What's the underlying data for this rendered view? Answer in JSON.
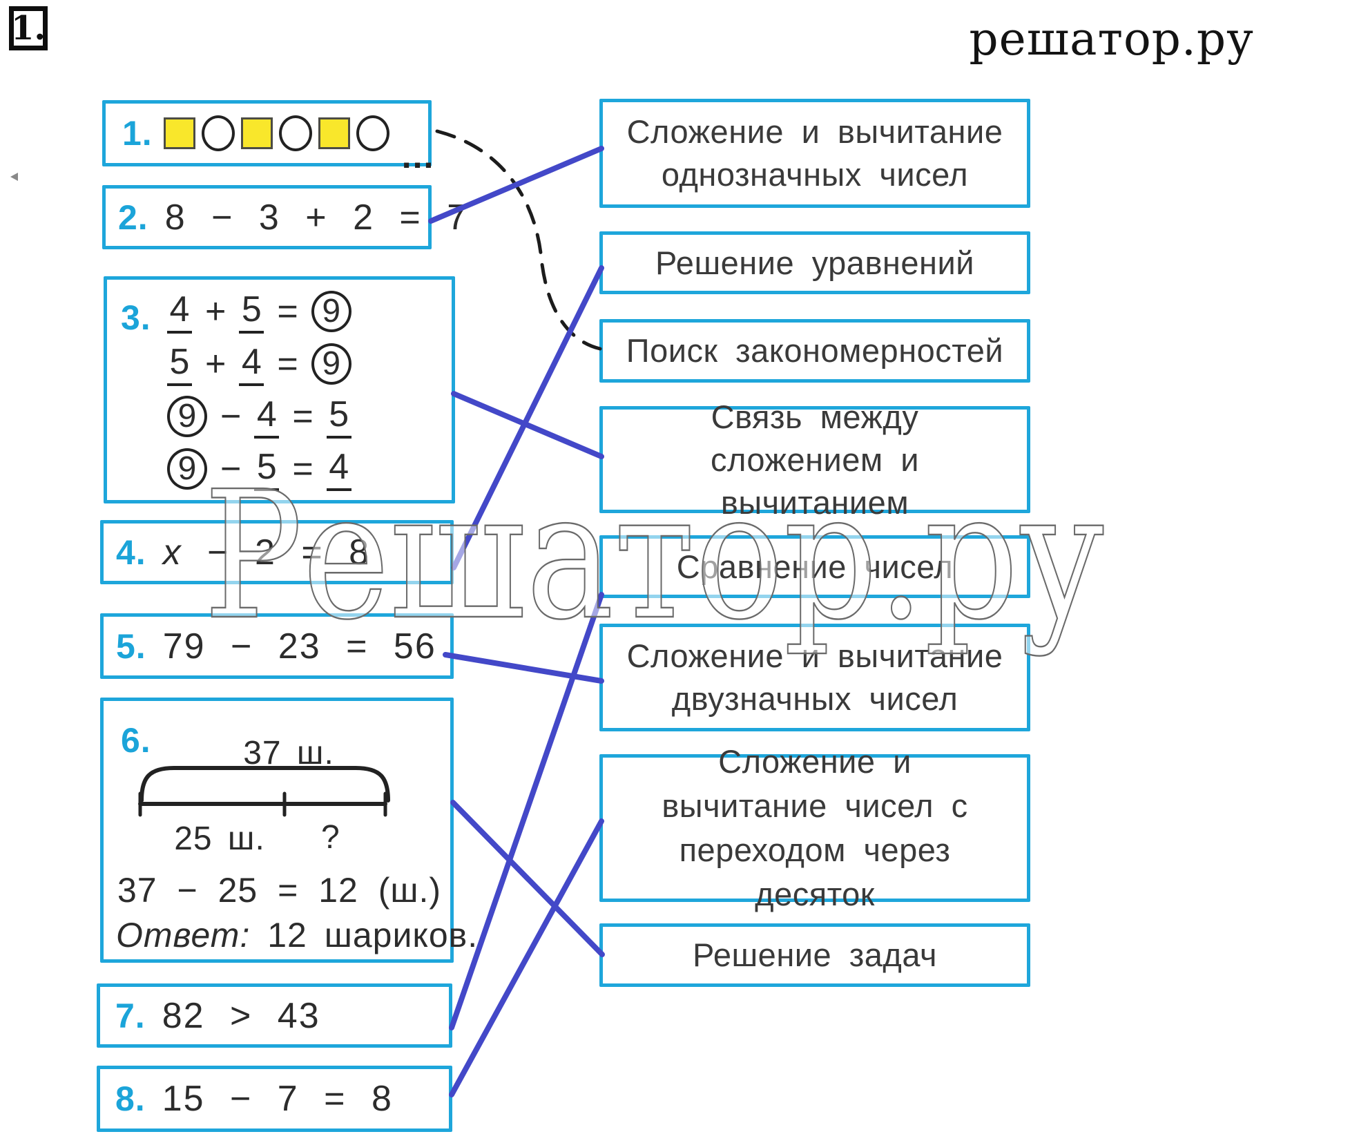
{
  "page": {
    "corner_label": "1.",
    "site_header": "решатор.ру",
    "watermark": "Решатор.ру"
  },
  "colors": {
    "box_border": "#1ea6db",
    "task_number": "#1ba4d9",
    "connector_line": "#4348c8",
    "dashed_line": "#1c1c1c",
    "pattern_square_fill": "#f9e72b",
    "text": "#2c2c2c"
  },
  "tasks": [
    {
      "id": "1",
      "num": "1.",
      "pattern": [
        "square",
        "circle",
        "square",
        "circle",
        "square",
        "circle"
      ],
      "ellipsis": "..."
    },
    {
      "id": "2",
      "num": "2.",
      "expr": "8 − 3 + 2 = 7"
    },
    {
      "id": "3",
      "num": "3.",
      "rows": [
        {
          "a": "4",
          "op": "+",
          "b": "5",
          "eq": "=",
          "r": "9"
        },
        {
          "a": "5",
          "op": "+",
          "b": "4",
          "eq": "=",
          "r": "9"
        },
        {
          "r": "9",
          "op": "−",
          "a": "4",
          "eq": "=",
          "b": "5"
        },
        {
          "r": "9",
          "op": "−",
          "a": "5",
          "eq": "=",
          "b": "4"
        }
      ]
    },
    {
      "id": "4",
      "num": "4.",
      "var": "x",
      "rest": "− 2 = 8"
    },
    {
      "id": "5",
      "num": "5.",
      "expr": "79 − 23 = 56"
    },
    {
      "id": "6",
      "num": "6.",
      "diagram": {
        "total": "37 ш.",
        "part1": "25 ш.",
        "part2": "?"
      },
      "equation": "37 − 25 = 12 (ш.)",
      "answer_label": "Ответ:",
      "answer_text": "12 шариков."
    },
    {
      "id": "7",
      "num": "7.",
      "expr": "82 > 43"
    },
    {
      "id": "8",
      "num": "8.",
      "expr": "15 − 7 = 8"
    }
  ],
  "topics": [
    {
      "id": "A",
      "label": "Сложение и вычитание однозначных чисел"
    },
    {
      "id": "B",
      "label": "Решение уравнений"
    },
    {
      "id": "C",
      "label": "Поиск закономерностей"
    },
    {
      "id": "D",
      "label": "Связь между сложением и вычитанием"
    },
    {
      "id": "E",
      "label": "Сравнение чисел"
    },
    {
      "id": "F",
      "label": "Сложение и вычитание двузначных чисел"
    },
    {
      "id": "G",
      "label": "Сложение и вычитание чисел с переходом через десяток"
    },
    {
      "id": "H",
      "label": "Решение задач"
    }
  ],
  "connections": [
    {
      "from": "1",
      "to": "C",
      "style": "dashed"
    },
    {
      "from": "2",
      "to": "A",
      "style": "solid"
    },
    {
      "from": "3",
      "to": "D",
      "style": "solid"
    },
    {
      "from": "4",
      "to": "B",
      "style": "solid"
    },
    {
      "from": "5",
      "to": "F",
      "style": "solid"
    },
    {
      "from": "6",
      "to": "H",
      "style": "solid"
    },
    {
      "from": "7",
      "to": "E",
      "style": "solid"
    },
    {
      "from": "8",
      "to": "G",
      "style": "solid"
    }
  ]
}
